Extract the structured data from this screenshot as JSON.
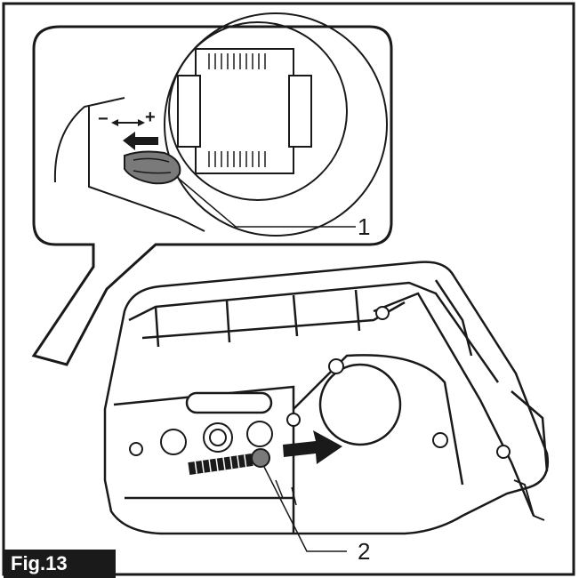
{
  "figure": {
    "label": "Fig.13",
    "callouts": [
      "1",
      "2"
    ],
    "scale_marks": {
      "minus": "−",
      "plus": "+"
    },
    "colors": {
      "ink": "#1a1a1a",
      "paper": "#ffffff",
      "shade": "#7a7a7a"
    },
    "icons": [
      "tension-adjust-arrow-icon",
      "push-direction-arrow-icon"
    ]
  }
}
